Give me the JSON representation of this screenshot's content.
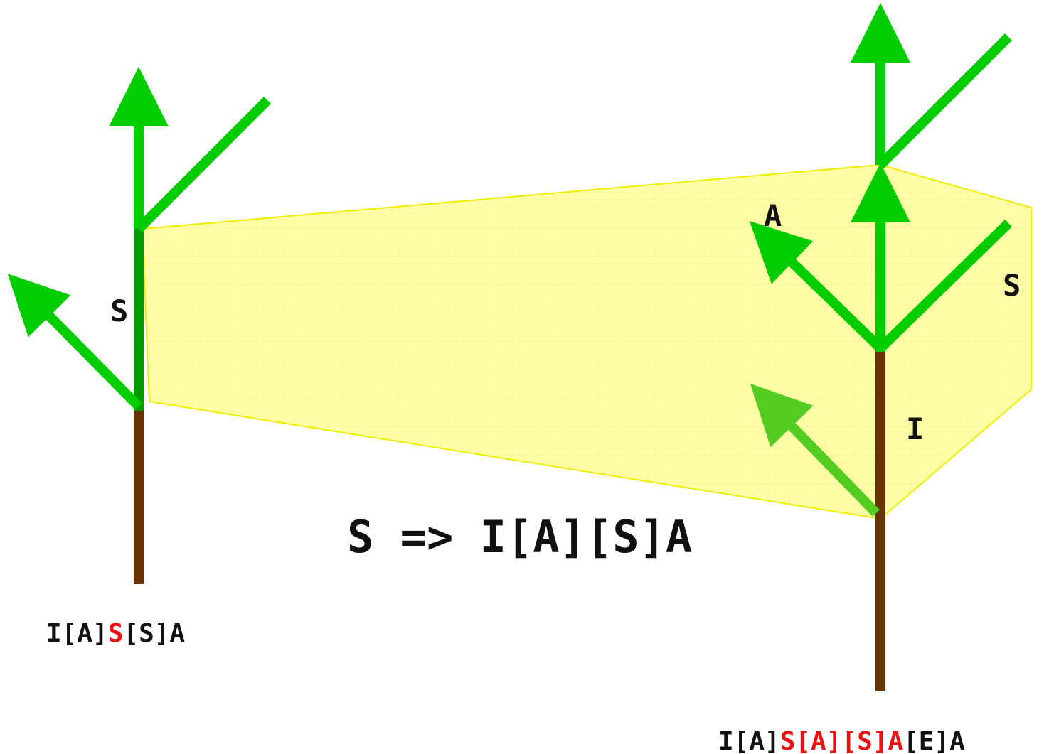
{
  "colors": {
    "trunk": "#663300",
    "branch_bright": "#00cc00",
    "branch_dark": "#009900",
    "branch_faded": "#55cc22",
    "highlight_fill": "#ffff99",
    "highlight_stroke": "#eeee00",
    "text": "#111111",
    "highlight_text": "#ee1111"
  },
  "rule": "S => I[A][S]A",
  "left_tree": {
    "segment_label": "S",
    "string_parts": [
      {
        "text": "I[A]",
        "highlight": false
      },
      {
        "text": "S",
        "highlight": true
      },
      {
        "text": "[S]A",
        "highlight": false
      }
    ]
  },
  "right_tree": {
    "labels": {
      "a": "A",
      "s": "S",
      "i": "I"
    },
    "string_parts": [
      {
        "text": "I[A]",
        "highlight": false
      },
      {
        "text": "S[A][S]A",
        "highlight": true
      },
      {
        "text": "[E]A",
        "highlight": false
      }
    ]
  }
}
